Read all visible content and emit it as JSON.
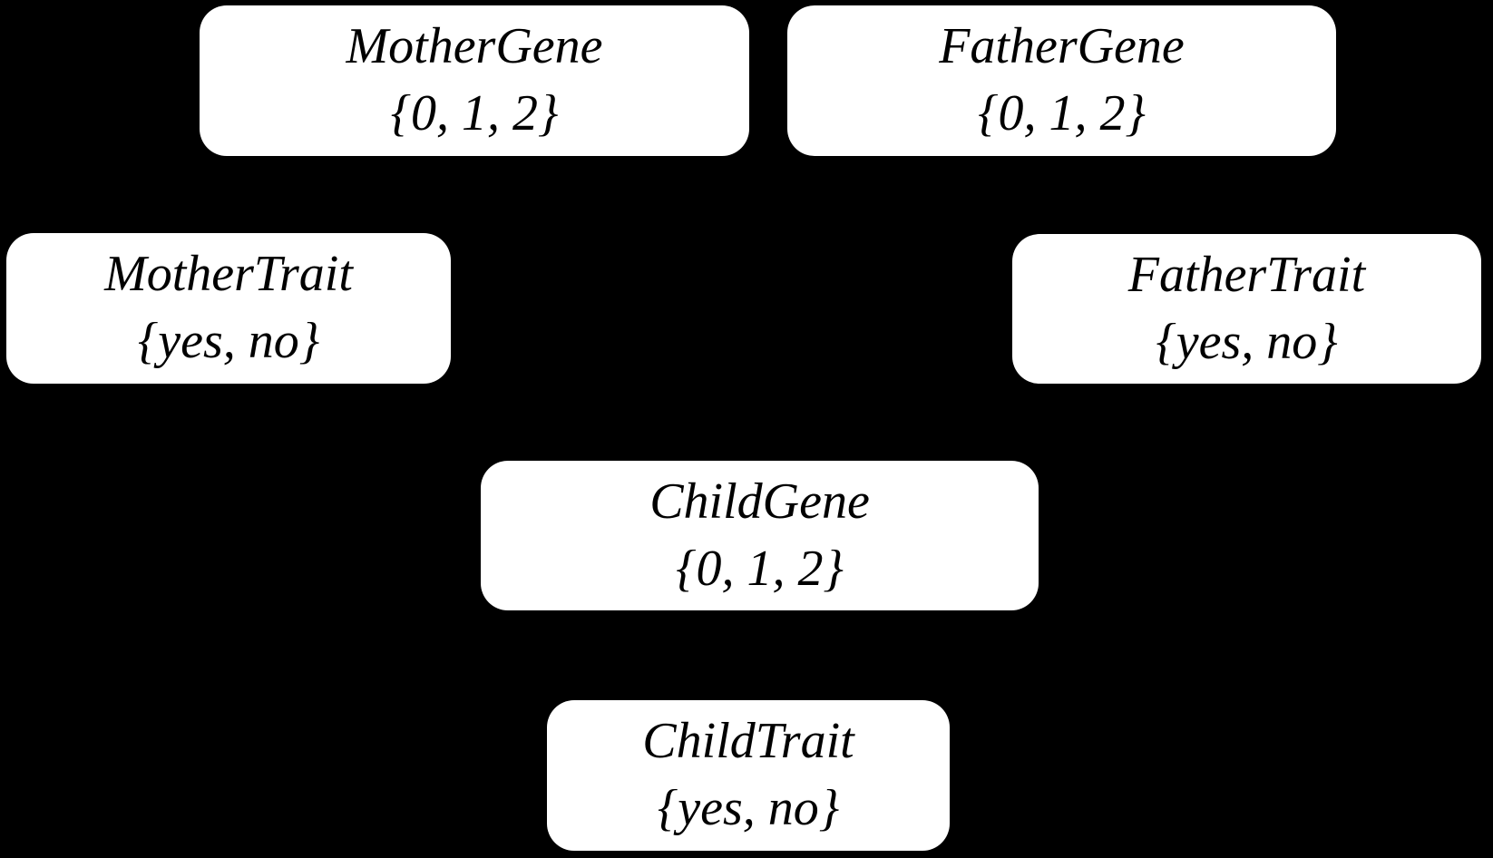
{
  "diagram": {
    "background_color": "#000000",
    "node_fill_color": "#ffffff",
    "node_text_color": "#000000",
    "nodes": [
      {
        "id": "mother-gene",
        "label": "MotherGene",
        "values": "{0, 1, 2}"
      },
      {
        "id": "father-gene",
        "label": "FatherGene",
        "values": "{0, 1, 2}"
      },
      {
        "id": "mother-trait",
        "label": "MotherTrait",
        "values": "{yes, no}"
      },
      {
        "id": "father-trait",
        "label": "FatherTrait",
        "values": "{yes, no}"
      },
      {
        "id": "child-gene",
        "label": "ChildGene",
        "values": "{0, 1, 2}"
      },
      {
        "id": "child-trait",
        "label": "ChildTrait",
        "values": "{yes, no}"
      }
    ]
  }
}
